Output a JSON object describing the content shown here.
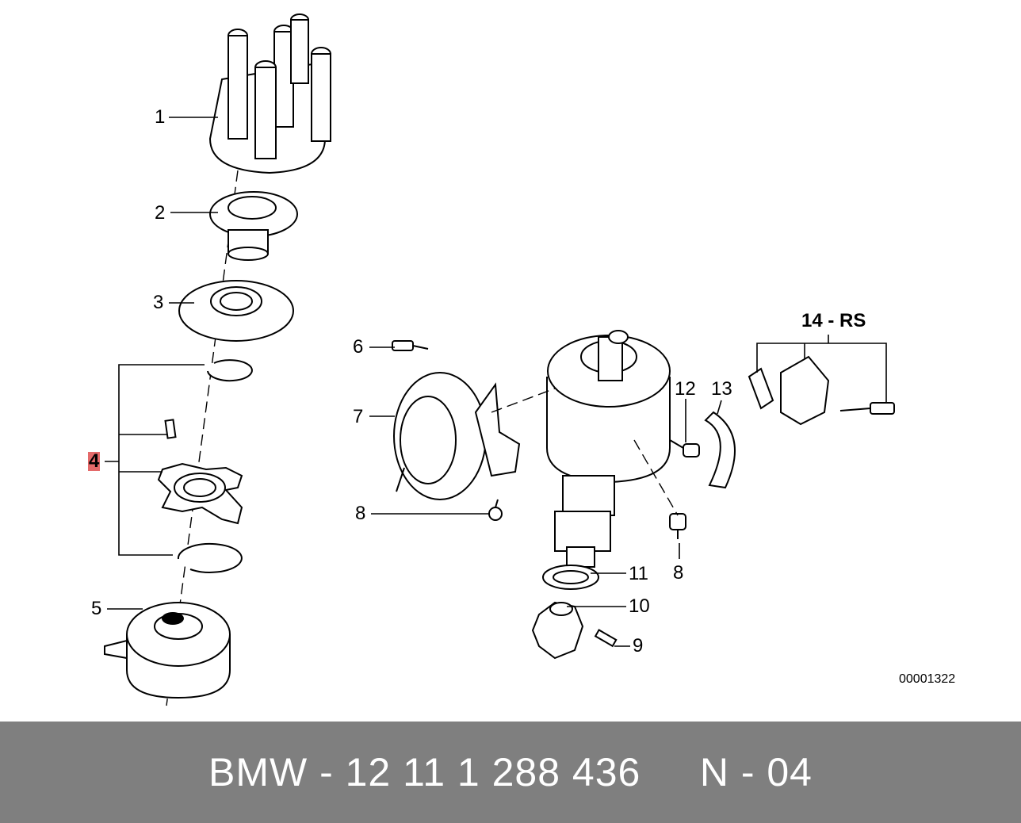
{
  "callouts": {
    "c1": "1",
    "c2": "2",
    "c3": "3",
    "c4": "4",
    "c5": "5",
    "c6": "6",
    "c7": "7",
    "c8a": "8",
    "c8b": "8",
    "c9": "9",
    "c10": "10",
    "c11": "11",
    "c12": "12",
    "c13": "13",
    "c14": "14 - RS"
  },
  "highlight_color": "#e46a6a",
  "diagram_code": "00001322",
  "footer": {
    "part_number": "BMW - 12 11 1 288 436",
    "page": "N - 04"
  }
}
